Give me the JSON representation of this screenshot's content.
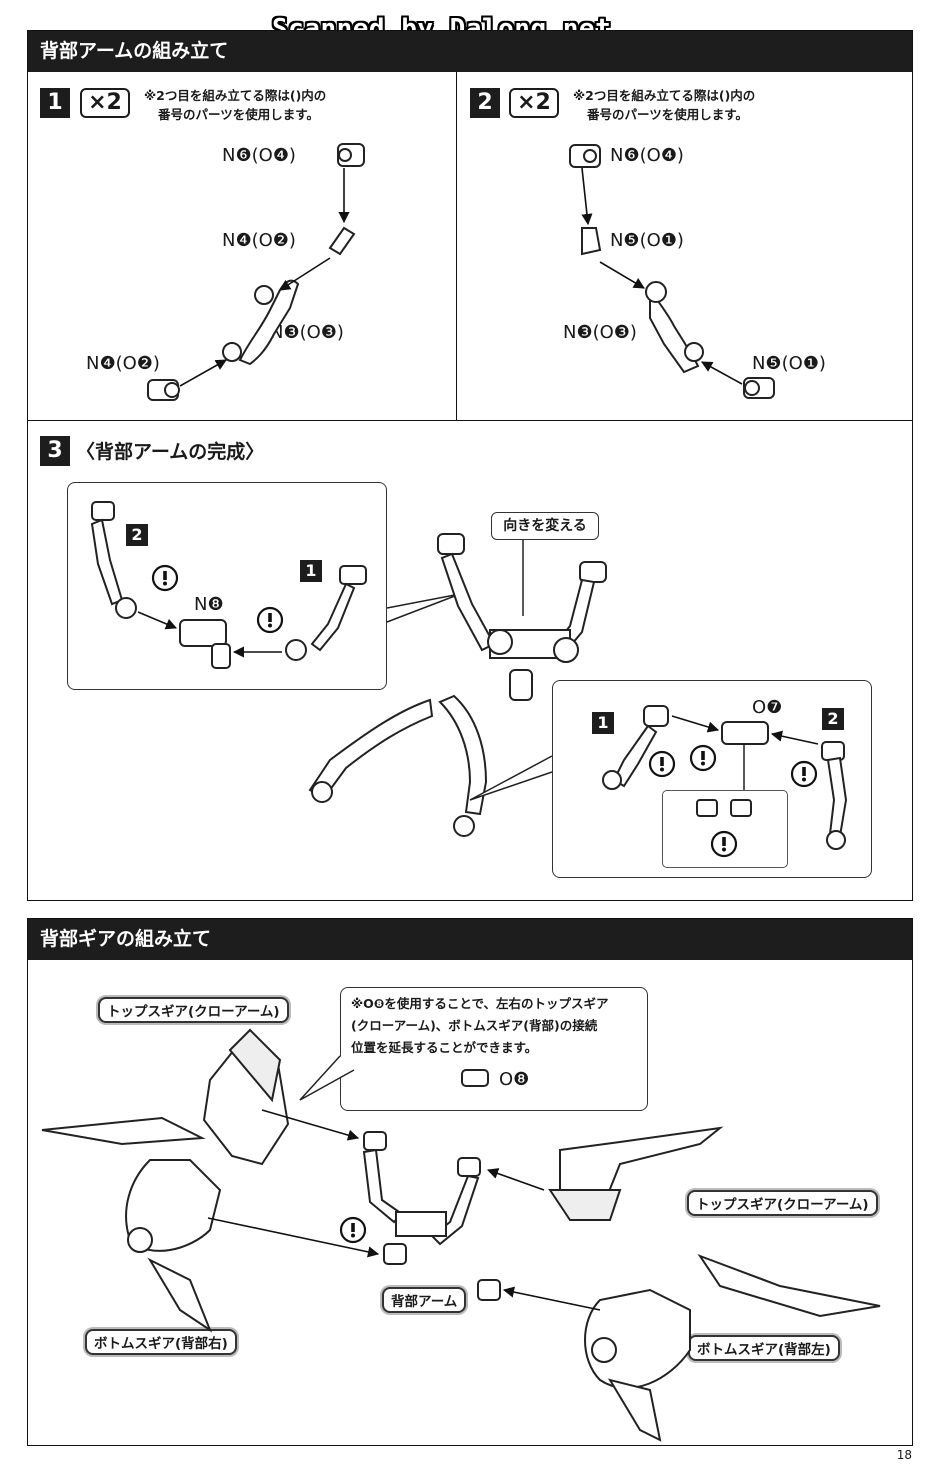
{
  "watermark": "Scanned by Dalong.net",
  "section1": {
    "title": "背部アームの組み立て",
    "step1": {
      "number": "1",
      "multiplier": "×2",
      "note_line1": "※2つ目を組み立てる際は()内の",
      "note_line2": "番号のパーツを使用します。",
      "labels": [
        "N❻(O❹)",
        "N❹(O❷)",
        "N❸(O❸)",
        "N❹(O❷)"
      ]
    },
    "step2": {
      "number": "2",
      "multiplier": "×2",
      "note_line1": "※2つ目を組み立てる際は()内の",
      "note_line2": "番号のパーツを使用します。",
      "labels": [
        "N❻(O❹)",
        "N❺(O❶)",
        "N❸(O❸)",
        "N❺(O❶)"
      ]
    },
    "step3": {
      "number": "3",
      "title": "〈背部アームの完成〉",
      "inset_left": {
        "tag2": "2",
        "tag1": "1",
        "part": "N❽"
      },
      "center_callout": "向きを変える",
      "inset_right": {
        "tag1": "1",
        "tag2": "2",
        "part": "O❼"
      }
    }
  },
  "section2": {
    "title": "背部ギアの組み立て",
    "note_line1": "※O❽を使用することで、左右のトップスギア",
    "note_line2": "(クローアーム)、ボトムスギア(背部)の接続",
    "note_line3": "位置を延長することができます。",
    "note_part": "O❽",
    "labels": {
      "top_left": "トップスギア(クローアーム)",
      "top_right": "トップスギア(クローアーム)",
      "center": "背部アーム",
      "bottom_left": "ボトムスギア(背部右)",
      "bottom_right": "ボトムスギア(背部左)"
    }
  },
  "page_number": "18"
}
